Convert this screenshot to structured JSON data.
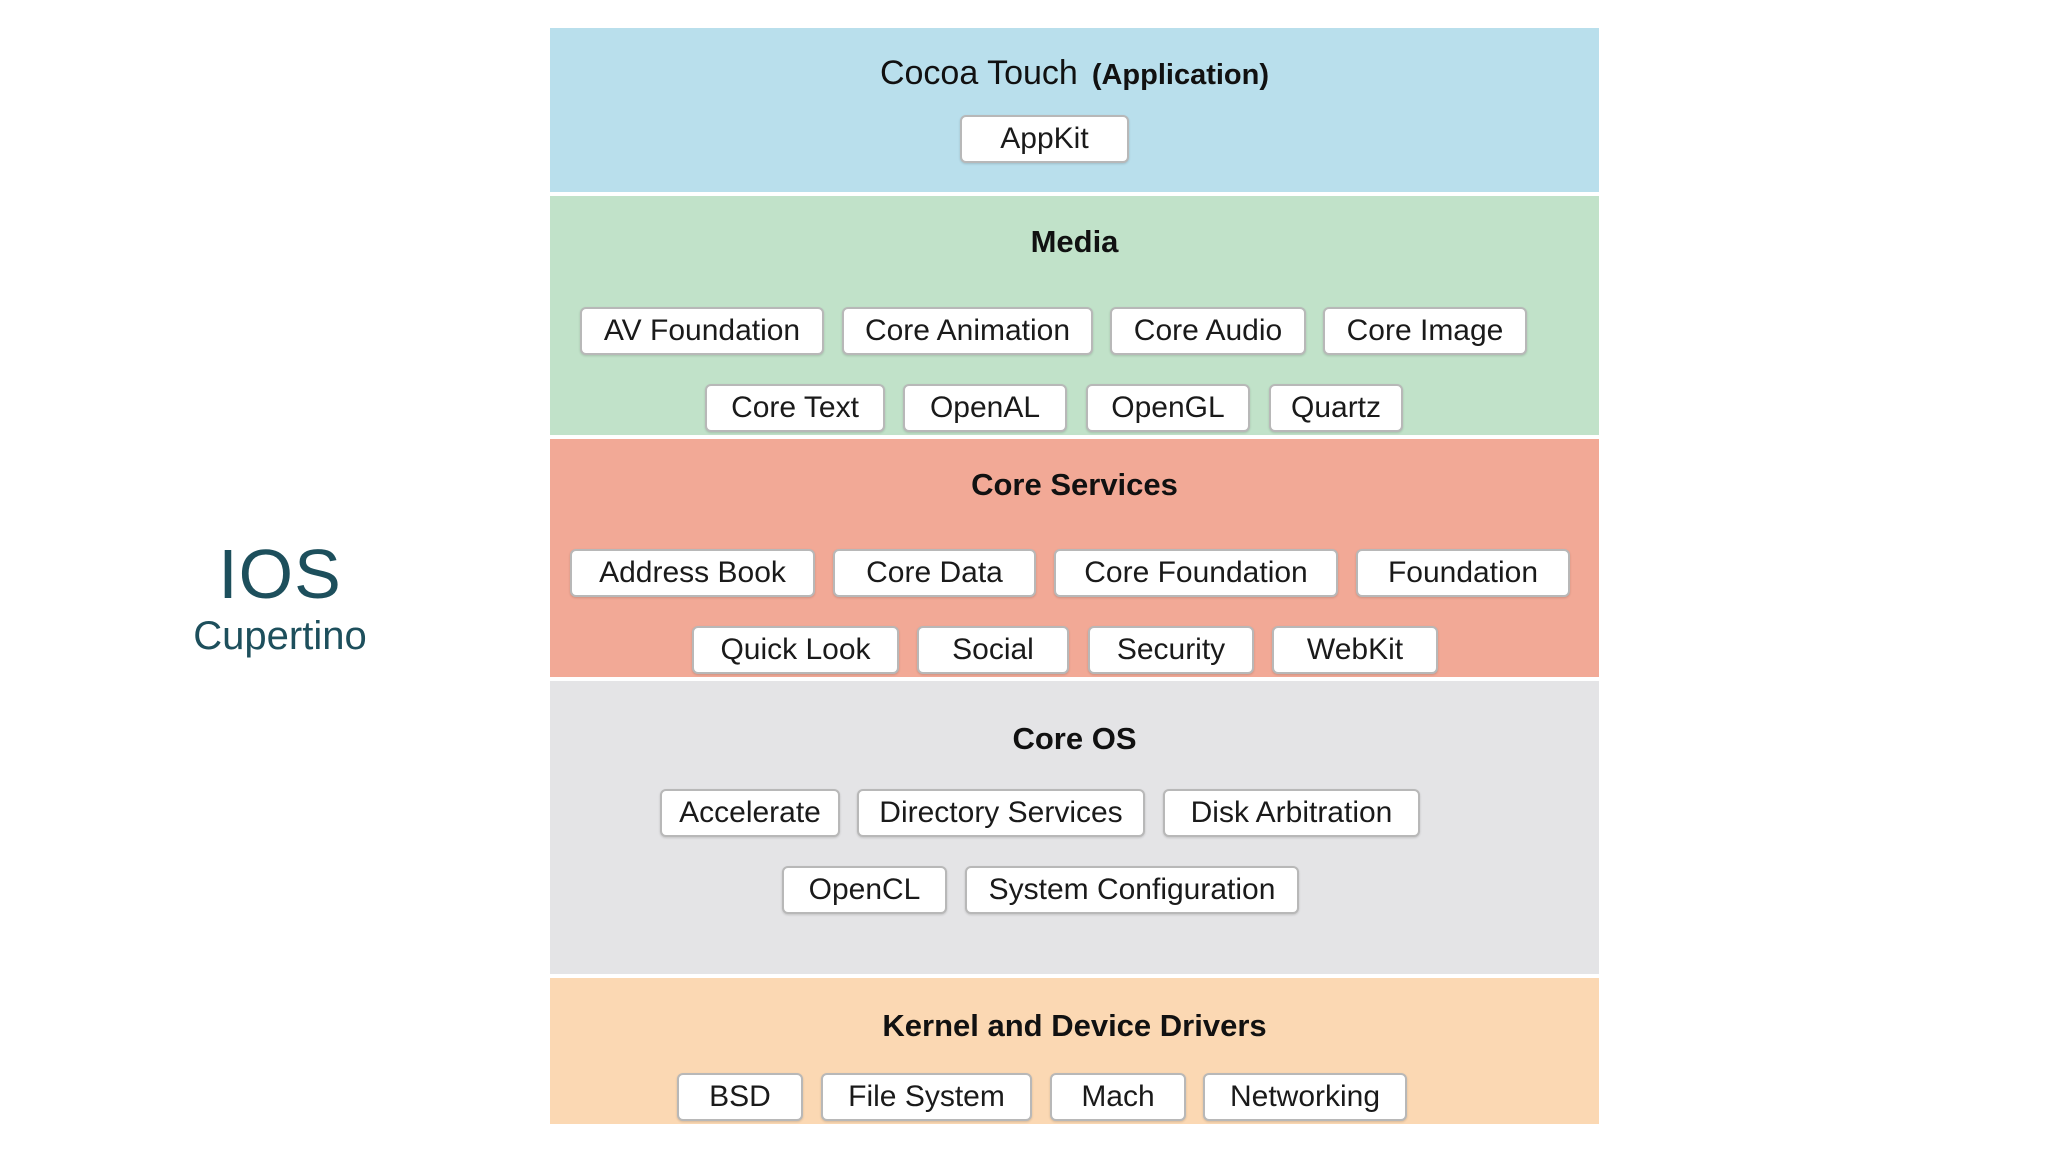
{
  "side": {
    "title": "IOS",
    "subtitle": "Cupertino"
  },
  "layers": {
    "cocoa": {
      "title": "Cocoa Touch",
      "title_suffix": "(Application)",
      "color": "#b9dfec",
      "items": [
        "AppKit"
      ]
    },
    "media": {
      "title": "Media",
      "color": "#c1e2c9",
      "items": [
        "AV Foundation",
        "Core Animation",
        "Core Audio",
        "Core Image",
        "Core Text",
        "OpenAL",
        "OpenGL",
        "Quartz"
      ]
    },
    "services": {
      "title": "Core Services",
      "color": "#f2a996",
      "items": [
        "Address Book",
        "Core Data",
        "Core Foundation",
        "Foundation",
        "Quick Look",
        "Social",
        "Security",
        "WebKit"
      ]
    },
    "coreos": {
      "title": "Core OS",
      "color": "#e4e4e6",
      "items": [
        "Accelerate",
        "Directory Services",
        "Disk Arbitration",
        "OpenCL",
        "System Configuration"
      ]
    },
    "kernel": {
      "title": "Kernel and Device Drivers",
      "color": "#fbd8b3",
      "items": [
        "BSD",
        "File System",
        "Mach",
        "Networking"
      ]
    }
  }
}
